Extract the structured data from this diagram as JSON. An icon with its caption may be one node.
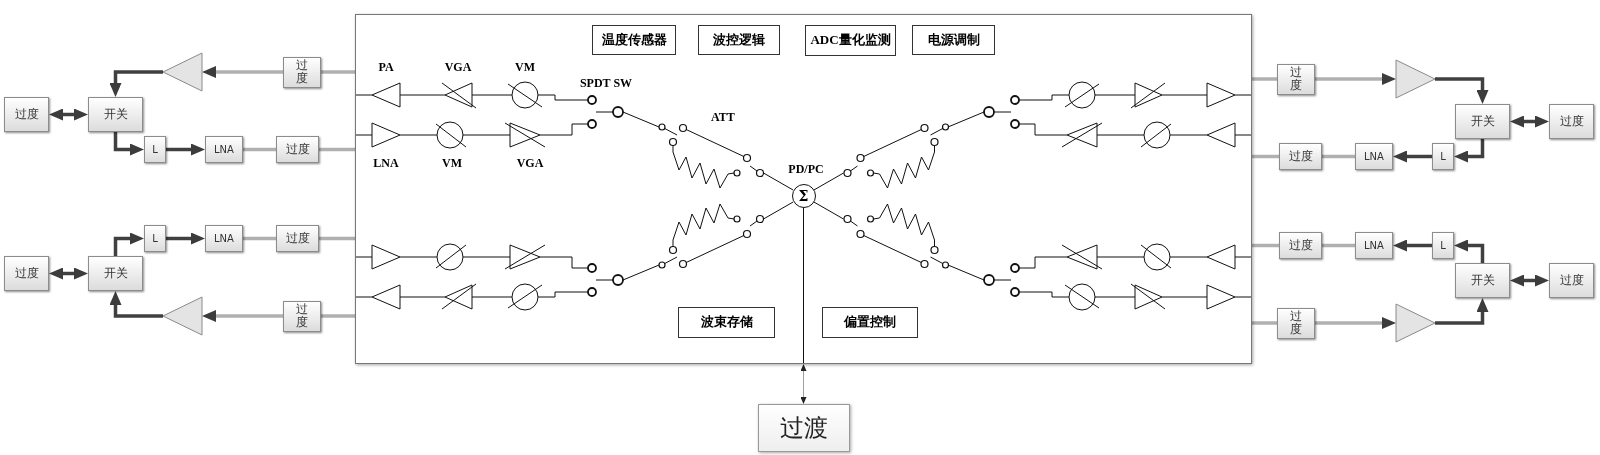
{
  "diagram": {
    "nodes": [
      {
        "text": [
          "过度"
        ]
      },
      {
        "text": [
          "开关"
        ]
      },
      {
        "text": [],
        "shape": "triangle"
      },
      {
        "text": [
          "过度"
        ]
      },
      {
        "text": [
          "L"
        ]
      },
      {
        "text": [
          "LNA"
        ]
      },
      {
        "text": [
          "过度"
        ]
      },
      {
        "text": [
          "过度"
        ]
      },
      {
        "text": [
          "开关"
        ]
      },
      {
        "text": [],
        "shape": "triangle"
      },
      {
        "text": [
          "过度"
        ]
      },
      {
        "text": [
          "L"
        ]
      },
      {
        "text": [
          "LNA"
        ]
      },
      {
        "text": [
          "过度"
        ]
      },
      {
        "text": [],
        "shape": "box"
      },
      {
        "text": [
          "温度传感器"
        ],
        "in": 14
      },
      {
        "text": [
          "波控逻辑"
        ],
        "in": 14
      },
      {
        "text": [
          "ADC量化监测"
        ],
        "in": 14
      },
      {
        "text": [
          "电源调制"
        ],
        "in": 14
      },
      {
        "text": [
          "PA"
        ],
        "in": 14
      },
      {
        "text": [
          "VGA"
        ],
        "in": 14
      },
      {
        "text": [
          "VM"
        ],
        "in": 14
      },
      {
        "text": [
          "LNA"
        ],
        "in": 14
      },
      {
        "text": [
          "VM"
        ],
        "in": 14
      },
      {
        "text": [
          "VGA"
        ],
        "in": 14
      },
      {
        "text": [
          "SPDT SW"
        ],
        "in": 14
      },
      {
        "text": [
          "ATT"
        ],
        "in": 14
      },
      {
        "text": [
          "Σ"
        ],
        "beside": [
          "PD/PC"
        ],
        "in": 14
      },
      {
        "text": [],
        "shape": "triangle",
        "in": 14
      },
      {
        "text": [],
        "shape": "triangle",
        "in": 14
      },
      {
        "text": [],
        "shape": "circle",
        "in": 14
      },
      {
        "text": [],
        "shape": "triangle",
        "in": 14
      },
      {
        "text": [],
        "shape": "circle",
        "in": 14
      },
      {
        "text": [],
        "shape": "triangle",
        "in": 14
      },
      {
        "text": [],
        "shape": "switch",
        "in": 14
      },
      {
        "text": [],
        "shape": "resistor",
        "in": 14
      },
      {
        "text": [],
        "shape": "triangle",
        "in": 14
      },
      {
        "text": [],
        "shape": "triangle",
        "in": 14
      },
      {
        "text": [],
        "shape": "circle",
        "in": 14
      },
      {
        "text": [],
        "shape": "triangle",
        "in": 14
      },
      {
        "text": [],
        "shape": "circle",
        "in": 14
      },
      {
        "text": [],
        "shape": "triangle",
        "in": 14
      },
      {
        "text": [],
        "shape": "switch",
        "in": 14
      },
      {
        "text": [],
        "shape": "resistor",
        "in": 14
      },
      {
        "text": [],
        "shape": "triangle",
        "in": 14
      },
      {
        "text": [],
        "shape": "triangle",
        "in": 14
      },
      {
        "text": [],
        "shape": "circle",
        "in": 14
      },
      {
        "text": [],
        "shape": "triangle",
        "in": 14
      },
      {
        "text": [],
        "shape": "circle",
        "in": 14
      },
      {
        "text": [],
        "shape": "triangle",
        "in": 14
      },
      {
        "text": [],
        "shape": "switch",
        "in": 14
      },
      {
        "text": [],
        "shape": "resistor",
        "in": 14
      },
      {
        "text": [
          "波束存储"
        ],
        "in": 14
      },
      {
        "text": [
          "偏置控制"
        ],
        "in": 14
      },
      {
        "text": [
          "过度"
        ]
      },
      {
        "text": [
          "开关"
        ]
      },
      {
        "text": [],
        "shape": "triangle"
      },
      {
        "text": [
          "过度"
        ]
      },
      {
        "text": [
          "L"
        ]
      },
      {
        "text": [
          "LNA"
        ]
      },
      {
        "text": [
          "过度"
        ]
      },
      {
        "text": [
          "过度"
        ]
      },
      {
        "text": [
          "开关"
        ]
      },
      {
        "text": [],
        "shape": "triangle"
      },
      {
        "text": [
          "过度"
        ]
      },
      {
        "text": [
          "L"
        ]
      },
      {
        "text": [
          "LNA"
        ]
      },
      {
        "text": [
          "过度"
        ]
      },
      {
        "text": [
          "过渡"
        ]
      }
    ],
    "edges": [
      {
        "from": 0,
        "to": 1,
        "arrow": "both",
        "style": "thick",
        "color": "#404040"
      },
      {
        "from": 3,
        "to": 2,
        "arrow": "to",
        "style": "thick",
        "color": "#b0b0b0"
      },
      {
        "from": 2,
        "to": 1,
        "arrow": "to",
        "style": "thick",
        "color": "#404040"
      },
      {
        "from": 1,
        "to": 4,
        "arrow": "to",
        "style": "thick",
        "color": "#404040"
      },
      {
        "from": 4,
        "to": 5,
        "arrow": "to",
        "style": "thick",
        "color": "#404040"
      },
      {
        "from": 5,
        "to": 6,
        "arrow": "none",
        "style": "thick",
        "color": "#b0b0b0"
      },
      {
        "from": 3,
        "to": 14,
        "arrow": "none",
        "style": "thick",
        "color": "#b0b0b0"
      },
      {
        "from": 6,
        "to": 14,
        "arrow": "none",
        "style": "thick",
        "color": "#b0b0b0"
      },
      {
        "from": 7,
        "to": 8,
        "arrow": "both",
        "style": "thick",
        "color": "#404040"
      },
      {
        "from": 10,
        "to": 9,
        "arrow": "to",
        "style": "thick",
        "color": "#b0b0b0"
      },
      {
        "from": 9,
        "to": 8,
        "arrow": "to",
        "style": "thick",
        "color": "#404040"
      },
      {
        "from": 8,
        "to": 11,
        "arrow": "to",
        "style": "thick",
        "color": "#404040"
      },
      {
        "from": 11,
        "to": 12,
        "arrow": "to",
        "style": "thick",
        "color": "#404040"
      },
      {
        "from": 12,
        "to": 13,
        "arrow": "none",
        "style": "thick",
        "color": "#b0b0b0"
      },
      {
        "from": 10,
        "to": 14,
        "arrow": "none",
        "style": "thick",
        "color": "#b0b0b0"
      },
      {
        "from": 13,
        "to": 14,
        "arrow": "none",
        "style": "thick",
        "color": "#b0b0b0"
      },
      {
        "from": 14,
        "to": 19,
        "arrow": "none"
      },
      {
        "from": 19,
        "to": 20,
        "arrow": "none"
      },
      {
        "from": 20,
        "to": 21,
        "arrow": "none"
      },
      {
        "from": 21,
        "to": 25,
        "arrow": "none"
      },
      {
        "from": 14,
        "to": 22,
        "arrow": "none"
      },
      {
        "from": 22,
        "to": 23,
        "arrow": "none"
      },
      {
        "from": 23,
        "to": 24,
        "arrow": "none"
      },
      {
        "from": 24,
        "to": 25,
        "arrow": "none"
      },
      {
        "from": 25,
        "to": 26,
        "arrow": "none"
      },
      {
        "from": 26,
        "to": 27,
        "arrow": "none"
      },
      {
        "from": 14,
        "to": 28,
        "arrow": "none"
      },
      {
        "from": 28,
        "to": 29,
        "arrow": "none"
      },
      {
        "from": 29,
        "to": 30,
        "arrow": "none"
      },
      {
        "from": 30,
        "to": 34,
        "arrow": "none"
      },
      {
        "from": 14,
        "to": 31,
        "arrow": "none"
      },
      {
        "from": 31,
        "to": 32,
        "arrow": "none"
      },
      {
        "from": 32,
        "to": 33,
        "arrow": "none"
      },
      {
        "from": 33,
        "to": 34,
        "arrow": "none"
      },
      {
        "from": 34,
        "to": 35,
        "arrow": "none"
      },
      {
        "from": 35,
        "to": 27,
        "arrow": "none"
      },
      {
        "from": 14,
        "to": 36,
        "arrow": "none"
      },
      {
        "from": 36,
        "to": 37,
        "arrow": "none"
      },
      {
        "from": 37,
        "to": 38,
        "arrow": "none"
      },
      {
        "from": 38,
        "to": 42,
        "arrow": "none"
      },
      {
        "from": 14,
        "to": 39,
        "arrow": "none"
      },
      {
        "from": 39,
        "to": 40,
        "arrow": "none"
      },
      {
        "from": 40,
        "to": 41,
        "arrow": "none"
      },
      {
        "from": 41,
        "to": 42,
        "arrow": "none"
      },
      {
        "from": 42,
        "to": 43,
        "arrow": "none"
      },
      {
        "from": 43,
        "to": 27,
        "arrow": "none"
      },
      {
        "from": 14,
        "to": 44,
        "arrow": "none"
      },
      {
        "from": 44,
        "to": 45,
        "arrow": "none"
      },
      {
        "from": 45,
        "to": 46,
        "arrow": "none"
      },
      {
        "from": 46,
        "to": 50,
        "arrow": "none"
      },
      {
        "from": 14,
        "to": 47,
        "arrow": "none"
      },
      {
        "from": 47,
        "to": 48,
        "arrow": "none"
      },
      {
        "from": 48,
        "to": 49,
        "arrow": "none"
      },
      {
        "from": 49,
        "to": 50,
        "arrow": "none"
      },
      {
        "from": 50,
        "to": 51,
        "arrow": "none"
      },
      {
        "from": 51,
        "to": 27,
        "arrow": "none"
      },
      {
        "from": 27,
        "to": 14,
        "arrow": "none"
      },
      {
        "from": 14,
        "to": 68,
        "arrow": "both",
        "color": "#a0a0a0"
      },
      {
        "from": 54,
        "to": 55,
        "arrow": "both",
        "style": "thick",
        "color": "#404040"
      },
      {
        "from": 57,
        "to": 56,
        "arrow": "to",
        "style": "thick",
        "color": "#b0b0b0"
      },
      {
        "from": 56,
        "to": 55,
        "arrow": "to",
        "style": "thick",
        "color": "#404040"
      },
      {
        "from": 55,
        "to": 58,
        "arrow": "to",
        "style": "thick",
        "color": "#404040"
      },
      {
        "from": 58,
        "to": 59,
        "arrow": "to",
        "style": "thick",
        "color": "#404040"
      },
      {
        "from": 59,
        "to": 60,
        "arrow": "none",
        "style": "thick",
        "color": "#b0b0b0"
      },
      {
        "from": 57,
        "to": 14,
        "arrow": "none",
        "style": "thick",
        "color": "#b0b0b0"
      },
      {
        "from": 60,
        "to": 14,
        "arrow": "none",
        "style": "thick",
        "color": "#b0b0b0"
      },
      {
        "from": 61,
        "to": 62,
        "arrow": "both",
        "style": "thick",
        "color": "#404040"
      },
      {
        "from": 64,
        "to": 63,
        "arrow": "to",
        "style": "thick",
        "color": "#b0b0b0"
      },
      {
        "from": 63,
        "to": 62,
        "arrow": "to",
        "style": "thick",
        "color": "#404040"
      },
      {
        "from": 62,
        "to": 65,
        "arrow": "to",
        "style": "thick",
        "color": "#404040"
      },
      {
        "from": 65,
        "to": 66,
        "arrow": "to",
        "style": "thick",
        "color": "#404040"
      },
      {
        "from": 66,
        "to": 67,
        "arrow": "none",
        "style": "thick",
        "color": "#b0b0b0"
      },
      {
        "from": 64,
        "to": 14,
        "arrow": "none",
        "style": "thick",
        "color": "#b0b0b0"
      },
      {
        "from": 67,
        "to": 14,
        "arrow": "none",
        "style": "thick",
        "color": "#b0b0b0"
      }
    ]
  }
}
